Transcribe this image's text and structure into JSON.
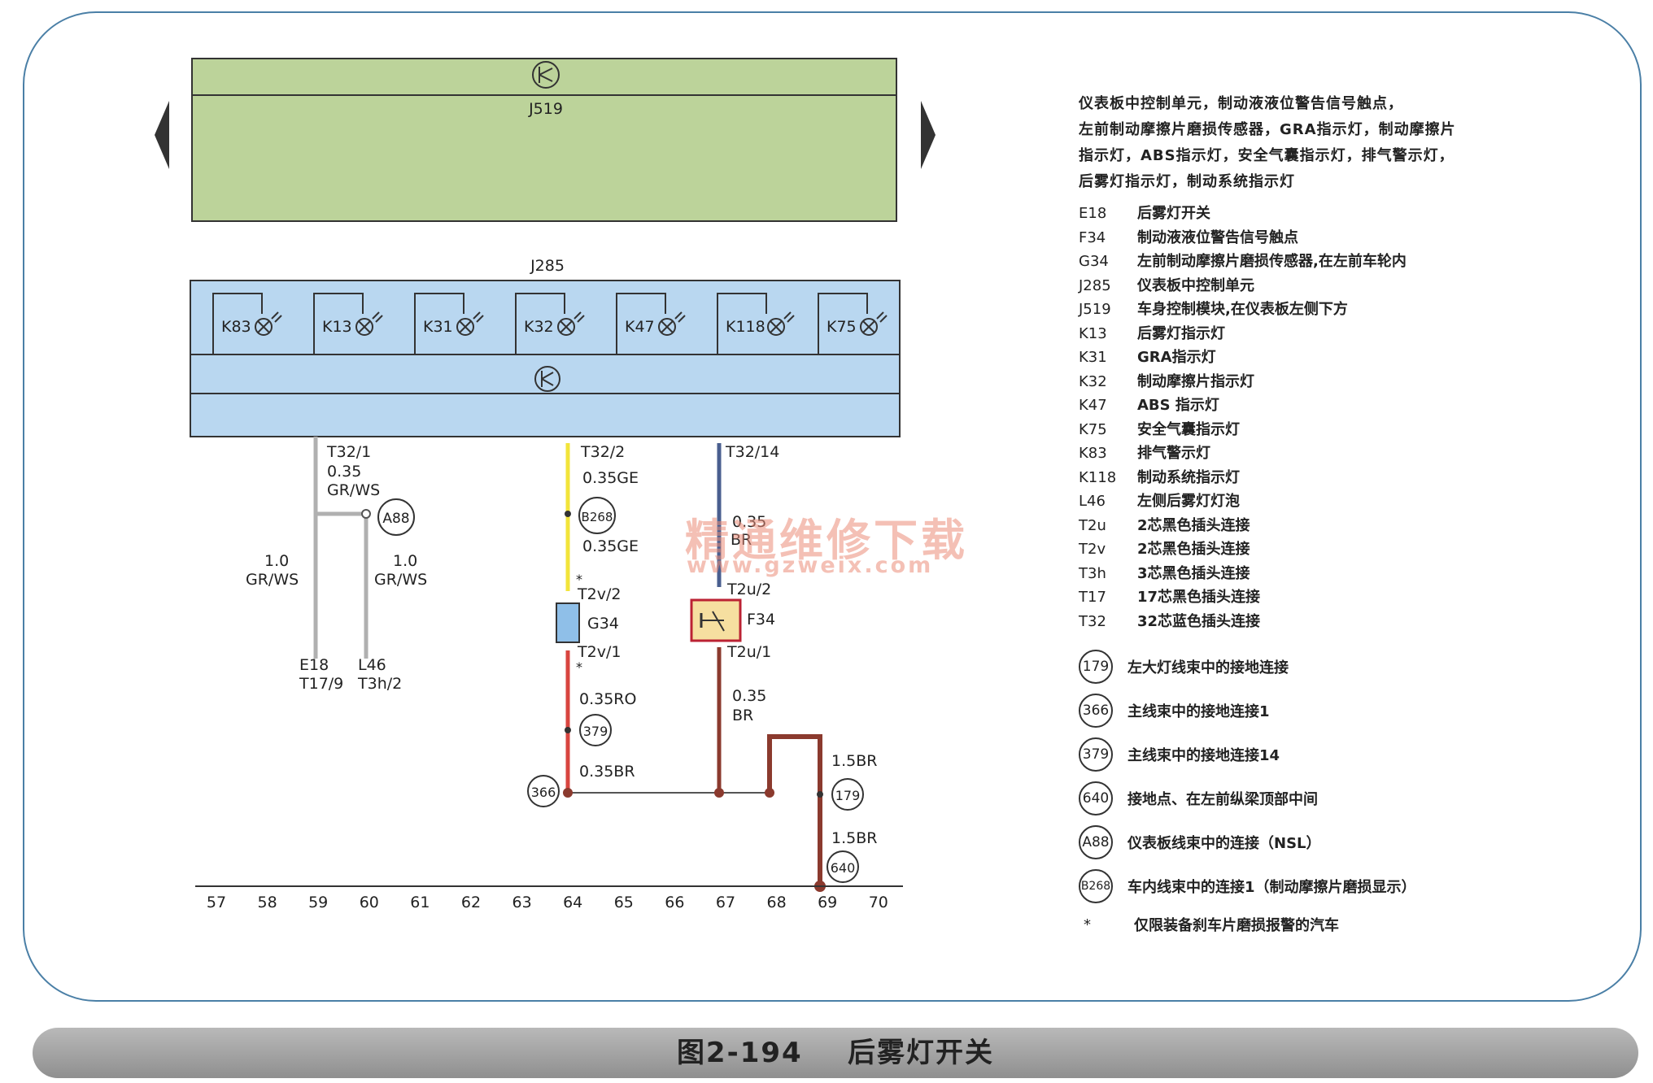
{
  "j519": {
    "label": "J519"
  },
  "j285": {
    "label": "J285"
  },
  "lamps": [
    "K83",
    "K13",
    "K31",
    "K32",
    "K47",
    "K118",
    "K75"
  ],
  "pins": {
    "t32_1": "T32/1",
    "t32_2": "T32/2",
    "t32_14": "T32/14",
    "t2v_2": "T2v/2",
    "t2v_1": "T2v/1",
    "t2u_2": "T2u/2",
    "t2u_1": "T2u/1",
    "e18": "E18",
    "t17_9": "T17/9",
    "l46": "L46",
    "t3h_2": "T3h/2"
  },
  "components": {
    "g34": "G34",
    "f34": "F34"
  },
  "wires": {
    "w1_size": "0.35",
    "w1_color": "GR/WS",
    "w2_size": "1.0",
    "w2_color": "GR/WS",
    "w3_size": "1.0",
    "w3_color": "GR/WS",
    "w4": "0.35GE",
    "w5": "0.35GE",
    "w6": "0.35RO",
    "w7": "0.35BR",
    "w8_size": "0.35",
    "w8_color": "BR",
    "w9": "0.35",
    "w9b": "BR",
    "w10": "1.5BR",
    "w11": "1.5BR"
  },
  "circles": {
    "a88": "A88",
    "b268": "B268",
    "c379": "379",
    "c366": "366",
    "c179": "179",
    "c640": "640"
  },
  "asterisk": "*",
  "track_numbers": [
    "57",
    "58",
    "59",
    "60",
    "61",
    "62",
    "63",
    "64",
    "65",
    "66",
    "67",
    "68",
    "69",
    "70"
  ],
  "watermark": {
    "cn": "精通维修下载",
    "url": "www.gzweix.com"
  },
  "legend": {
    "description": [
      "仪表板中控制单元，制动液液位警告信号触点，",
      "左前制动摩擦片磨损传感器，GRA指示灯，制动摩擦片",
      "指示灯，ABS指示灯，安全气囊指示灯，排气警示灯，",
      "后雾灯指示灯，制动系统指示灯"
    ],
    "items": [
      {
        "code": "E18",
        "text": "后雾灯开关"
      },
      {
        "code": "F34",
        "text": "制动液液位警告信号触点"
      },
      {
        "code": "G34",
        "text": "左前制动摩擦片磨损传感器,在左前车轮内"
      },
      {
        "code": "J285",
        "text": "仪表板中控制单元"
      },
      {
        "code": "J519",
        "text": "车身控制模块,在仪表板左侧下方"
      },
      {
        "code": "K13",
        "text": "后雾灯指示灯"
      },
      {
        "code": "K31",
        "text": "GRA指示灯"
      },
      {
        "code": "K32",
        "text": "制动摩擦片指示灯"
      },
      {
        "code": "K47",
        "text": "ABS 指示灯"
      },
      {
        "code": "K75",
        "text": "安全气囊指示灯"
      },
      {
        "code": "K83",
        "text": "排气警示灯"
      },
      {
        "code": "K118",
        "text": "制动系统指示灯"
      },
      {
        "code": "L46",
        "text": "左侧后雾灯灯泡"
      },
      {
        "code": "T2u",
        "text": "2芯黑色插头连接"
      },
      {
        "code": "T2v",
        "text": "2芯黑色插头连接"
      },
      {
        "code": "T3h",
        "text": "3芯黑色插头连接"
      },
      {
        "code": "T17",
        "text": "17芯黑色插头连接"
      },
      {
        "code": "T32",
        "text": "32芯蓝色插头连接"
      }
    ],
    "grounds": [
      {
        "code": "179",
        "text": "左大灯线束中的接地连接"
      },
      {
        "code": "366",
        "text": "主线束中的接地连接1"
      },
      {
        "code": "379",
        "text": "主线束中的接地连接14"
      },
      {
        "code": "640",
        "text": "接地点、在左前纵梁顶部中间"
      },
      {
        "code": "A88",
        "text": "仪表板线束中的连接（NSL）"
      },
      {
        "code": "B268",
        "text": "车内线束中的连接1（制动摩擦片磨损显示）"
      }
    ],
    "note": {
      "mark": "*",
      "text": "仅限装备刹车片磨损报警的汽车"
    }
  },
  "caption": {
    "figure": "图2-194",
    "title": "后雾灯开关"
  },
  "colors": {
    "j519_fill": "#bcd39a",
    "j285_fill": "#b9d7f0",
    "wire_gray": "#b0b0b0",
    "wire_yellow": "#f2e43a",
    "wire_red": "#d8453f",
    "wire_brown": "#8b3a2e",
    "wire_blue": "#4a5f8f",
    "f34_fill": "#f6dfa0",
    "g34_fill": "#8fbfe8"
  }
}
